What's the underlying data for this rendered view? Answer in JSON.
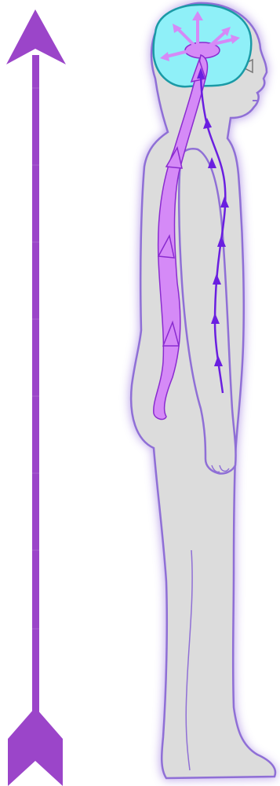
{
  "colors": {
    "background": "#ffffff",
    "arrow_purple": "#9b45c9",
    "body_fill": "#dcdcdc",
    "body_glow": "#b49ae6",
    "body_outline": "#8f6fd6",
    "brain_fill": "#8ff0f8",
    "brain_outline": "#1a9aa6",
    "spine_fill": "#d58af7",
    "spine_outline": "#8a2bd0",
    "nerve_line": "#6a1fe0"
  },
  "icons": {
    "vertical_arrow": "double-headed-vertical-arrow",
    "figure": "standing-human-side-profile",
    "brain": "brain-highlight",
    "brain_flow": "radiating-arrows-icon",
    "spine_flow": "ascending-spinal-pathway",
    "front_flow": "ascending-front-nerve-pathway"
  }
}
